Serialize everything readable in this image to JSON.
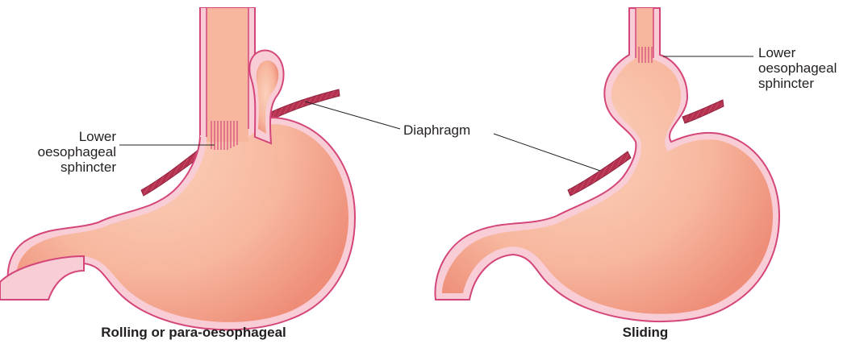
{
  "labels": {
    "left_sphincter": [
      "Lower",
      "oesophageal",
      "sphincter"
    ],
    "right_sphincter": [
      "Lower",
      "oesophageal",
      "sphincter"
    ],
    "diaphragm": "Diaphragm"
  },
  "captions": {
    "left": "Rolling or para-oesophageal",
    "right": "Sliding"
  },
  "colors": {
    "wall_outer": "#d4467a",
    "wall_fill": "#f9cdd6",
    "stomach_fill": "#f7b79e",
    "stomach_shadow": "#ee8d78",
    "diaphragm": "#b4304f",
    "text": "#231f20"
  }
}
